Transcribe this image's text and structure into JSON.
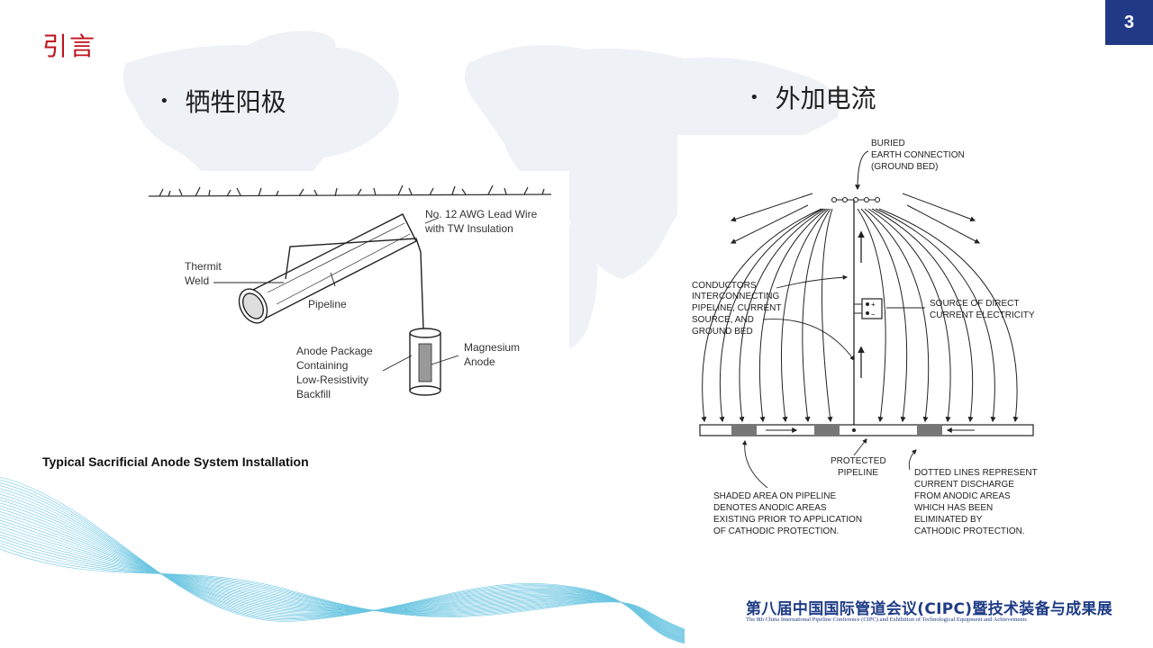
{
  "slide": {
    "page_number": "3",
    "title": "引言",
    "left_bullet": "牺牲阳极",
    "right_bullet": "外加电流",
    "caption": "Typical Sacrificial Anode System Installation"
  },
  "left_figure": {
    "lead_wire": "No. 12 AWG Lead Wire",
    "lead_wire_2": "with TW Insulation",
    "thermit": "Thermit",
    "weld": "Weld",
    "pipeline": "Pipeline",
    "anode_pkg_1": "Anode Package",
    "anode_pkg_2": "Containing",
    "anode_pkg_3": "Low-Resistivity",
    "anode_pkg_4": "Backfill",
    "magnesium_1": "Magnesium",
    "magnesium_2": "Anode"
  },
  "right_figure": {
    "buried_1": "BURIED",
    "buried_2": "EARTH CONNECTION",
    "buried_3": "(GROUND BED)",
    "cond_1": "CONDUCTORS",
    "cond_2": "INTERCONNECTING",
    "cond_3": "PIPELINE, CURRENT",
    "cond_4": "SOURCE, AND",
    "cond_5": "GROUND BED",
    "source_1": "SOURCE OF DIRECT",
    "source_2": "CURRENT ELECTRICITY",
    "protected_1": "PROTECTED",
    "protected_2": "PIPELINE",
    "shaded_1": "SHADED AREA ON PIPELINE",
    "shaded_2": "DENOTES ANODIC AREAS",
    "shaded_3": "EXISTING PRIOR TO APPLICATION",
    "shaded_4": "OF CATHODIC PROTECTION.",
    "dotted_1": "DOTTED LINES REPRESENT",
    "dotted_2": "CURRENT DISCHARGE",
    "dotted_3": "FROM ANODIC AREAS",
    "dotted_4": "WHICH HAS BEEN",
    "dotted_5": "ELIMINATED BY",
    "dotted_6": "CATHODIC PROTECTION.",
    "plus": "+",
    "minus": "−"
  },
  "footer": {
    "cn": "第八届中国国际管道会议(CIPC)暨技术装备与成果展",
    "en": "The 8th China International Pipeline Conference (CIPC) and Exhibition of Technological Equipment and Achievements"
  },
  "colors": {
    "title_red": "#c0121c",
    "page_badge": "#223a86",
    "footer_blue": "#1f3c86",
    "wave_cyan": "#3bb3d8"
  }
}
